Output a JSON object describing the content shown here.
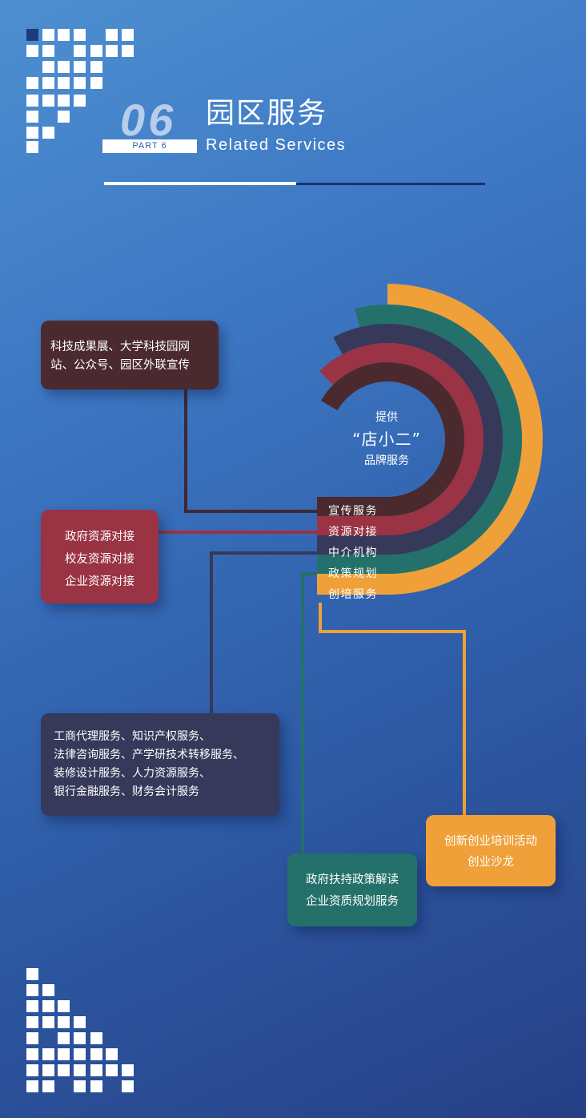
{
  "header": {
    "number": "06",
    "part_label": "PART 6",
    "title_cn": "园区服务",
    "title_en": "Related Services"
  },
  "center": {
    "line1": "提供",
    "line2": "“店小二”",
    "line3": "品牌服务"
  },
  "services": [
    {
      "label": "宣传服务",
      "color": "#4a2a2e"
    },
    {
      "label": "资源对接",
      "color": "#9a3344"
    },
    {
      "label": "中介机构",
      "color": "#36395a"
    },
    {
      "label": "政策规划",
      "color": "#23716a"
    },
    {
      "label": "创培服务",
      "color": "#efa038"
    }
  ],
  "details": {
    "publicity": [
      "科技成果展、大学科技园网",
      "站、公众号、园区外联宣传"
    ],
    "resources": [
      "政府资源对接",
      "校友资源对接",
      "企业资源对接"
    ],
    "agency": [
      "工商代理服务、知识产权服务、",
      "法律咨询服务、产学研技术转移服务、",
      "装修设计服务、人力资源服务、",
      "银行金融服务、财务会计服务"
    ],
    "policy": [
      "政府扶持政策解读",
      "企业资质规划服务"
    ],
    "training": [
      "创新创业培训活动",
      "创业沙龙"
    ]
  }
}
